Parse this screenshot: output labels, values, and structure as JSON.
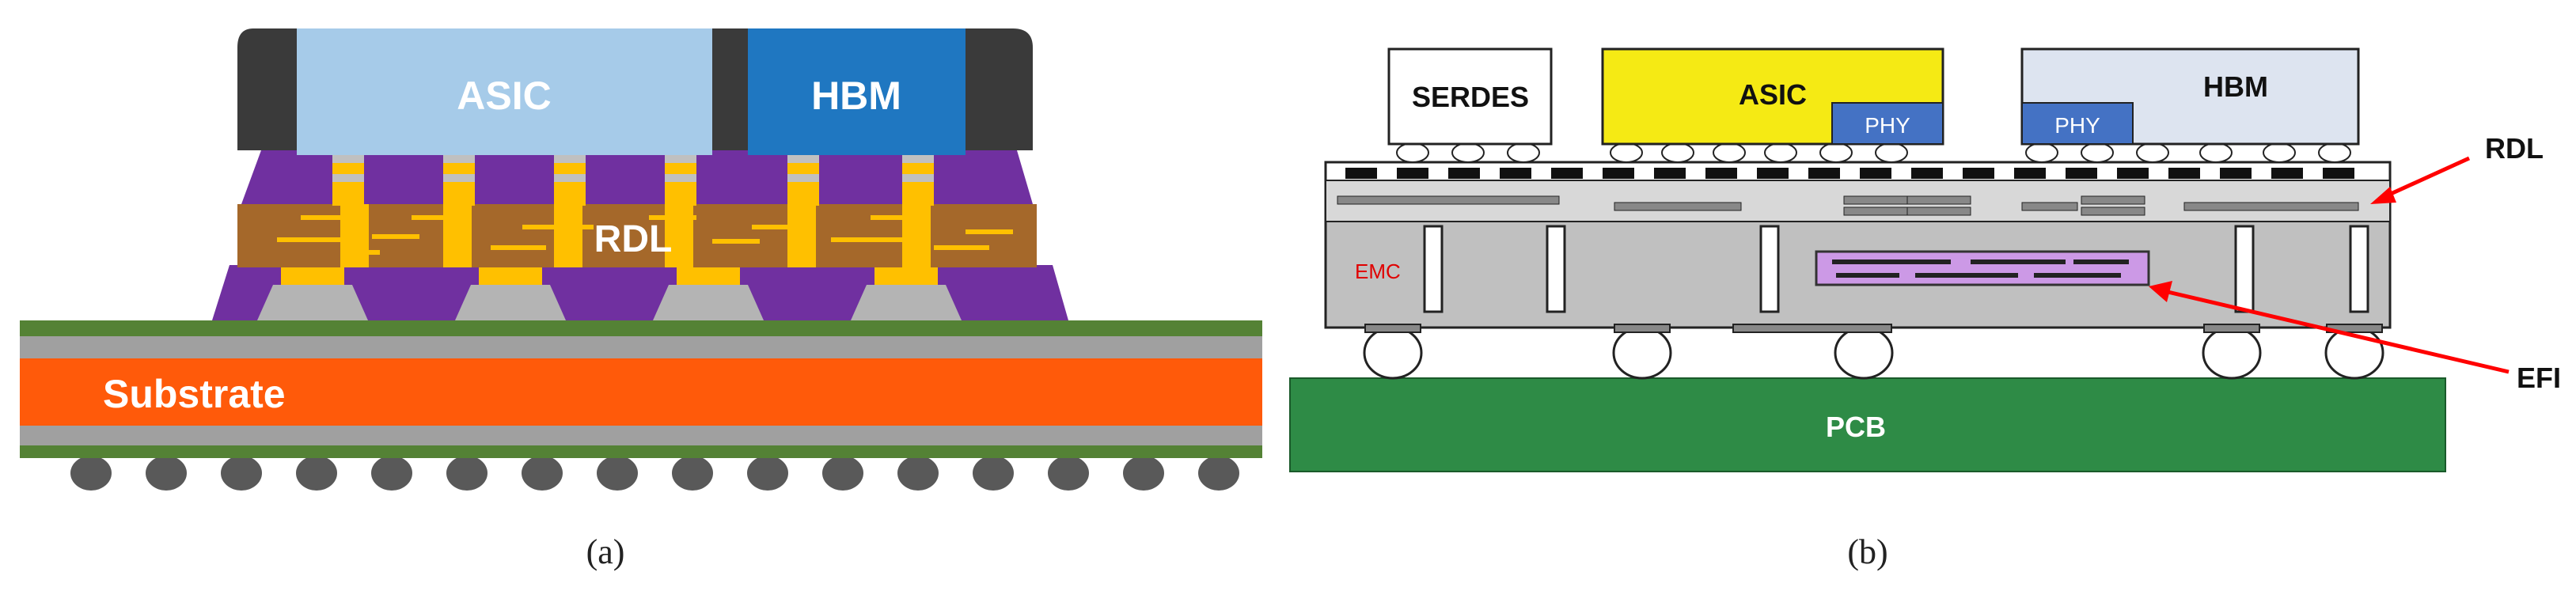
{
  "panel_a": {
    "caption": "(a)",
    "labels": {
      "asic": "ASIC",
      "hbm": "HBM",
      "rdl": "RDL",
      "substrate": "Substrate"
    },
    "colors": {
      "asic": "#a6cbe9",
      "hbm": "#1f77c1",
      "mold": "#3a3a3a",
      "underfill": "#7030a0",
      "rdl": "#a5682a",
      "copper": "#ffc000",
      "substrate": "#ff5a0a",
      "substrate_layer": "#548235",
      "bumps": "#595959"
    }
  },
  "panel_b": {
    "caption": "(b)",
    "labels": {
      "serdes": "SERDES",
      "asic": "ASIC",
      "hbm": "HBM",
      "phy_left": "PHY",
      "phy_right": "PHY",
      "rdl": "RDL",
      "emc": "EMC",
      "efi": "EFI",
      "pcb": "PCB"
    },
    "colors": {
      "asic": "#f5ea14",
      "hbm": "#dde4f0",
      "phy": "#4472c4",
      "emc": "#c0c0c0",
      "efi": "#cc99e6",
      "pcb": "#2e8b46",
      "arrow": "#ff0000",
      "emc_text": "#e00000"
    }
  }
}
